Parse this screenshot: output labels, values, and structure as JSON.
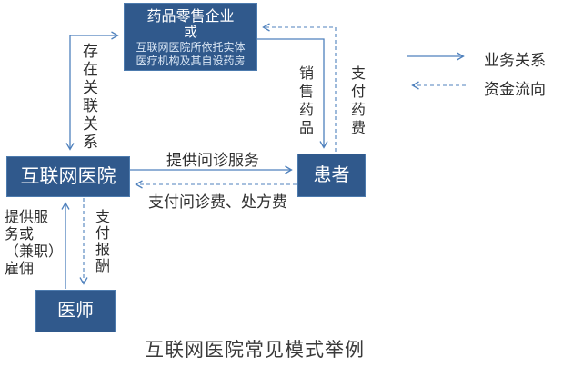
{
  "title": "互联网医院常见模式举例",
  "colors": {
    "box_fill": "#30598C",
    "box_border": "#4d7bae",
    "connector": "#4F81BD",
    "label_text": "#2f2f2f"
  },
  "nodes": {
    "pharmacy": {
      "line1": "药品零售企业",
      "line2": "或",
      "line3": "互联网医院所依托实体",
      "line4": "医疗机构及其自设药房"
    },
    "hospital": {
      "label": "互联网医院"
    },
    "patient": {
      "label": "患者"
    },
    "doctor": {
      "label": "医师"
    }
  },
  "edges": {
    "association": {
      "label": "存在关联关系",
      "from": "hospital",
      "to": "pharmacy",
      "style": "solid"
    },
    "sell_drugs": {
      "label": "销售药品",
      "from": "pharmacy",
      "to": "patient",
      "style": "solid"
    },
    "pay_drug_fee": {
      "label": "支付药费",
      "from": "patient",
      "to": "pharmacy",
      "style": "dashed"
    },
    "provide_consult": {
      "label": "提供问诊服务",
      "from": "hospital",
      "to": "patient",
      "style": "solid"
    },
    "pay_consult": {
      "label": "支付问诊费、处方费",
      "from": "patient",
      "to": "hospital",
      "style": "dashed"
    },
    "provide_service": {
      "lines": [
        "提供服",
        "务或",
        "（兼职）",
        "雇佣"
      ],
      "full": "提供服务或（兼职）雇佣",
      "from": "doctor",
      "to": "hospital",
      "style": "solid"
    },
    "pay_remuneration": {
      "label": "支付报酬",
      "from": "hospital",
      "to": "doctor",
      "style": "dashed"
    }
  },
  "legend": {
    "business": "业务关系",
    "funds": "资金流向"
  }
}
